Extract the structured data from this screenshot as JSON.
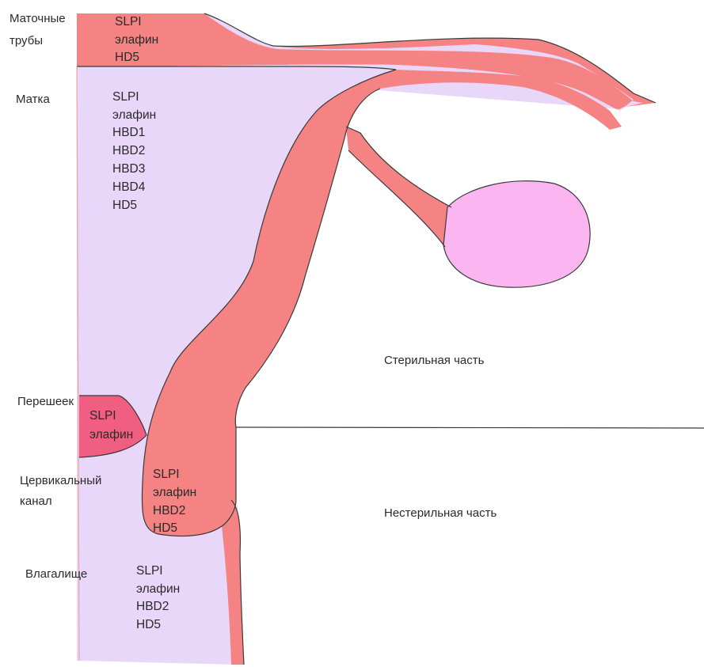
{
  "regions": {
    "tubes": {
      "label_line1": "Маточные",
      "label_line2": "трубы",
      "items": [
        "SLPI",
        "элафин",
        "HD5"
      ]
    },
    "uterus": {
      "label": "Матка",
      "items": [
        "SLPI",
        "элафин",
        "HBD1",
        "HBD2",
        "HBD3",
        "HBD4",
        "HD5"
      ]
    },
    "isthmus": {
      "label": "Перешеек",
      "items": [
        "SLPI",
        "элафин"
      ]
    },
    "cervical_canal": {
      "label_line1": "Цервикальный",
      "label_line2": "канал",
      "items": [
        "SLPI",
        "элафин",
        "HBD2",
        "HD5"
      ]
    },
    "vagina": {
      "label": "Влагалище",
      "items": [
        "SLPI",
        "элафин",
        "HBD2",
        "HD5"
      ]
    }
  },
  "zones": {
    "sterile": "Стерильная часть",
    "nonsterile": "Нестерильная часть"
  },
  "colors": {
    "epithelium": "#f58383",
    "tissue": "#e9d7f9",
    "ovary": "#fbb6f1",
    "isthmus": "#f05e82",
    "outline": "#3a3a3a",
    "edge": "#f0a0a0"
  }
}
